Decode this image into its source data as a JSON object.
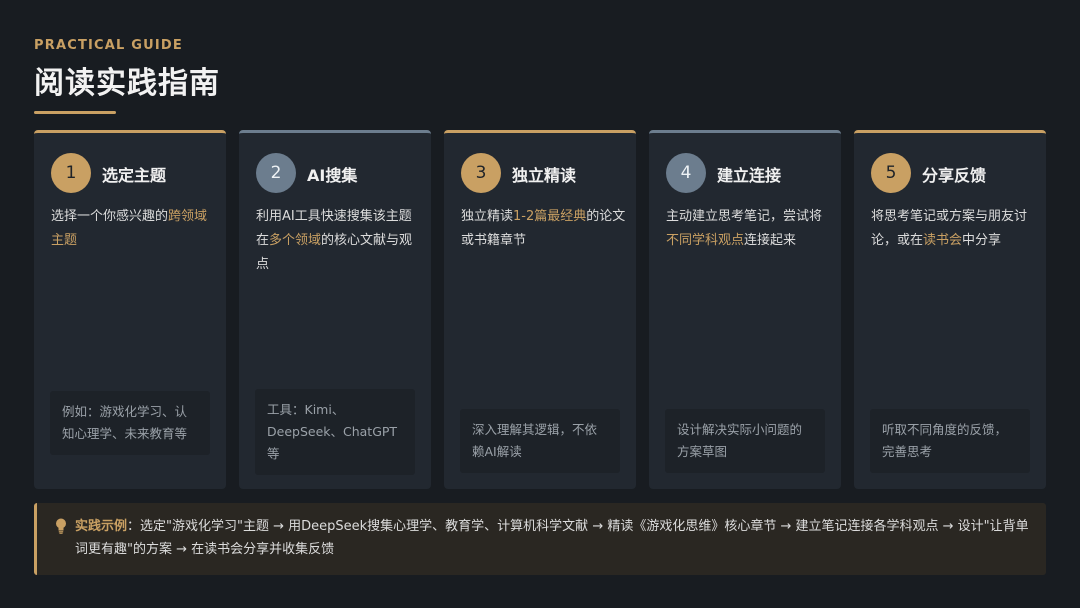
{
  "header": {
    "eyebrow": "PRACTICAL GUIDE",
    "title": "阅读实践指南"
  },
  "steps": [
    {
      "number": "1",
      "title": "选定主题",
      "desc": [
        {
          "t": "选择一个你感兴趣的"
        },
        {
          "t": "跨领域主题",
          "hl": true
        }
      ],
      "note": "例如：游戏化学习、认知心理学、未来教育等",
      "accent": "#c9a063"
    },
    {
      "number": "2",
      "title": "AI搜集",
      "desc": [
        {
          "t": "利用AI工具快速搜集该主题在"
        },
        {
          "t": "多个领域",
          "hl": true
        },
        {
          "t": "的核心文献与观点"
        }
      ],
      "note": "工具：Kimi、DeepSeek、ChatGPT等",
      "accent": "#6c7d8e"
    },
    {
      "number": "3",
      "title": "独立精读",
      "desc": [
        {
          "t": "独立精读"
        },
        {
          "t": "1-2篇最经典",
          "hl": true
        },
        {
          "t": "的论文或书籍章节"
        }
      ],
      "note": "深入理解其逻辑，不依赖AI解读",
      "accent": "#c9a063"
    },
    {
      "number": "4",
      "title": "建立连接",
      "desc": [
        {
          "t": "主动建立思考笔记，尝试将"
        },
        {
          "t": "不同学科观点",
          "hl": true
        },
        {
          "t": "连接起来"
        }
      ],
      "note": "设计解决实际小问题的方案草图",
      "accent": "#6c7d8e"
    },
    {
      "number": "5",
      "title": "分享反馈",
      "desc": [
        {
          "t": "将思考笔记或方案与朋友讨论，或在"
        },
        {
          "t": "读书会",
          "hl": true
        },
        {
          "t": "中分享"
        }
      ],
      "note": "听取不同角度的反馈，完善思考",
      "accent": "#c9a063"
    }
  ],
  "example": {
    "label": "实践示例",
    "text": "选定\"游戏化学习\"主题 → 用DeepSeek搜集心理学、教育学、计算机科学文献 → 精读《游戏化思维》核心章节 → 建立笔记连接各学科观点 → 设计\"让背单词更有趣\"的方案 → 在读书会分享并收集反馈",
    "icon": "lightbulb-icon"
  }
}
